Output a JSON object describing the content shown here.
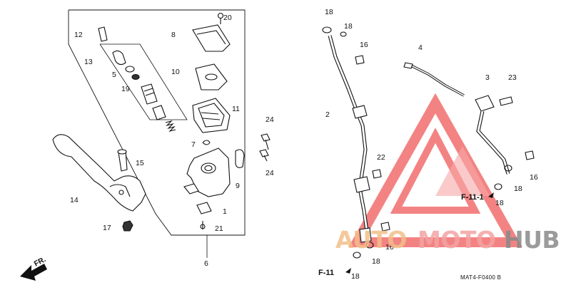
{
  "diagram": {
    "part_numbers": {
      "p1": "1",
      "p2": "2",
      "p3": "3",
      "p4": "4",
      "p5": "5",
      "p6": "6",
      "p7": "7",
      "p8": "8",
      "p9": "9",
      "p10": "10",
      "p11": "11",
      "p12": "12",
      "p13": "13",
      "p14": "14",
      "p15": "15",
      "p16": "16",
      "p17": "17",
      "p18": "18",
      "p19": "19",
      "p20": "20",
      "p21": "21",
      "p22": "22",
      "p23": "23",
      "p24": "24"
    },
    "references": {
      "f11": "F-11",
      "f111": "F-11-1",
      "front": "FR."
    },
    "drawing_code": "MAT4-F0400 B"
  },
  "watermark": {
    "text_auto": "AUTO",
    "text_moto": "MOTO",
    "text_hub": "HUB",
    "colors": {
      "auto": "#f2c08a",
      "moto": "#f4a3a3",
      "hub": "#8a8a8a",
      "logo": "#f05a5a"
    }
  }
}
